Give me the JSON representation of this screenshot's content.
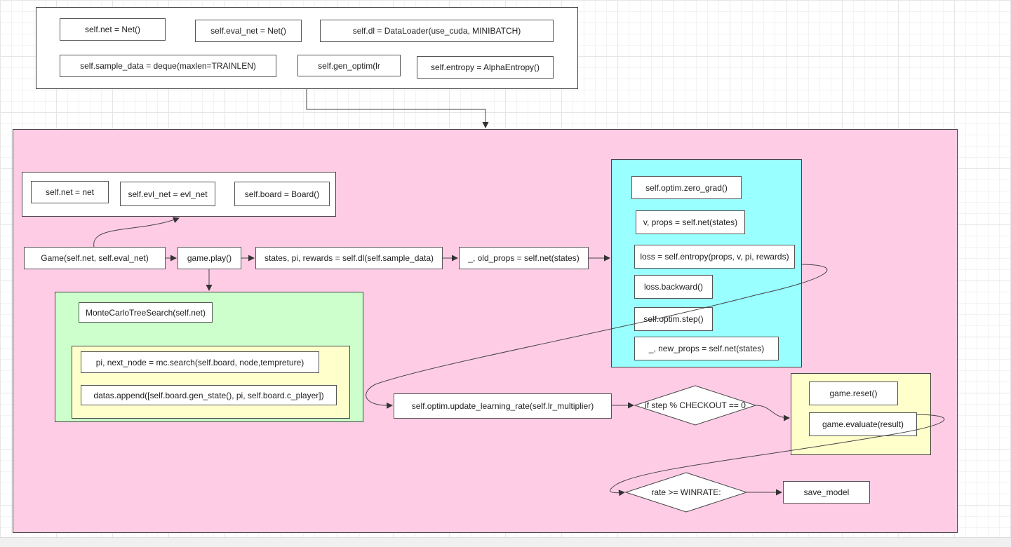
{
  "colors": {
    "edge": "#444444",
    "trainer_bg": "#ffffff",
    "pipeline_bg": "#ffcce6",
    "game_init_bg": "#ffffff",
    "mcts_bg": "#ccffcc",
    "mcts_inner_bg": "#ffffcc",
    "optim_bg": "#99ffff",
    "eval_bg": "#ffffcc"
  },
  "trainer_init": {
    "net": "self.net = Net()",
    "eval_net": "self.eval_net = Net()",
    "dataloader": "self.dl = DataLoader(use_cuda, MINIBATCH)",
    "sample_data": "self.sample_data = deque(maxlen=TRAINLEN)",
    "gen_optim": "self.gen_optim(lr",
    "entropy": "self.entropy = AlphaEntropy()"
  },
  "game_init": {
    "net": "self.net = net",
    "evl_net": "self.evl_net = evl_net",
    "board": "self.board = Board()"
  },
  "pipeline": {
    "game": "Game(self.net, self.eval_net)",
    "play": "game.play()",
    "sample": "states, pi, rewards = self.dl(self.sample_data)",
    "old_props": "_, old_props = self.net(states)",
    "update_lr": "self.optim.update_learning_rate(self.lr_multiplier)",
    "checkout_decision": "if step % CHECKOUT == 0",
    "winrate_decision": "rate >= WINRATE:",
    "save_model": "save_model"
  },
  "mcts": {
    "init": "MonteCarloTreeSearch(self.net)",
    "search": "pi, next_node = mc.search(self.board, node,tempreture)",
    "append": "datas.append([self.board.gen_state(), pi, self.board.c_player])"
  },
  "optim": {
    "zero_grad": "self.optim.zero_grad()",
    "forward": "v, props = self.net(states)",
    "loss": "loss = self.entropy(props, v, pi, rewards)",
    "backward": "loss.backward()",
    "step": "self.optim.step()",
    "new_props": "_, new_props = self.net(states)"
  },
  "evaluation": {
    "reset": "game.reset()",
    "evaluate": "game.evaluate(result)"
  }
}
